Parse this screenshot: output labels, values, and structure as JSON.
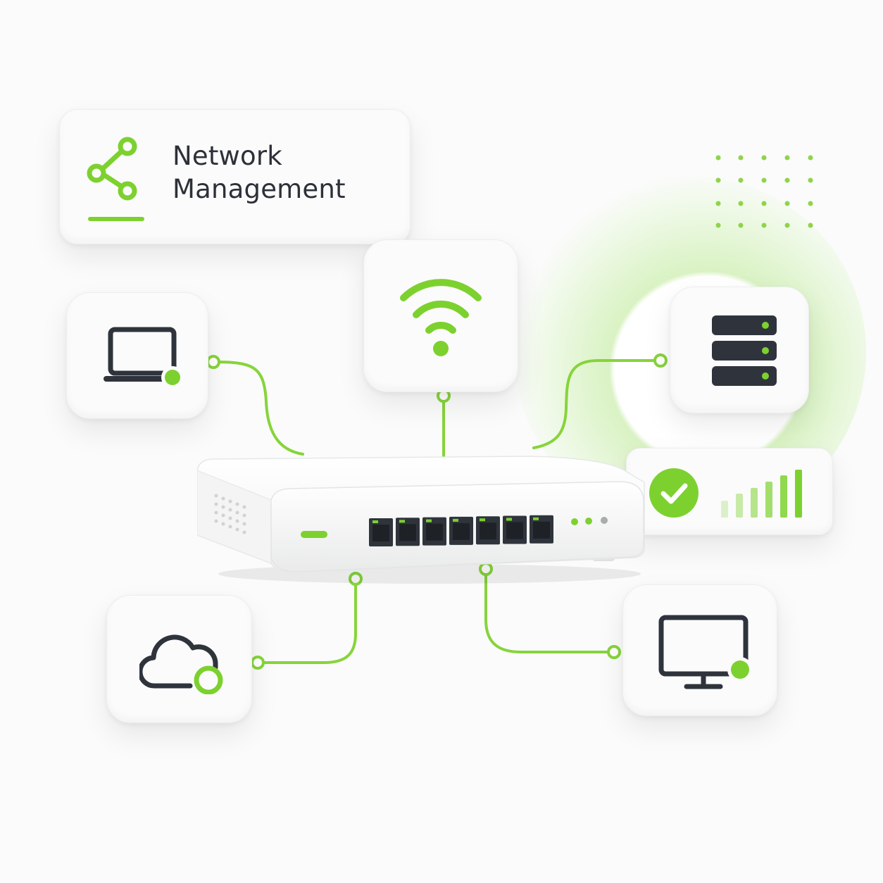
{
  "header": {
    "title": "Network\nManagement"
  },
  "icons": {
    "title": "share-nodes-icon",
    "laptop": "laptop-icon",
    "wifi": "wifi-icon",
    "server": "server-icon",
    "cloud": "cloud-icon",
    "monitor": "monitor-icon",
    "status": "check-circle-icon",
    "signal": "signal-bars-icon",
    "router": "network-switch"
  },
  "router": {
    "port_count": 7
  },
  "signal": {
    "levels": [
      0.35,
      0.5,
      0.62,
      0.75,
      0.88,
      1.0
    ]
  },
  "colors": {
    "accent": "#7dd12f",
    "dark": "#2f343c",
    "card": "#fbfbfb"
  }
}
